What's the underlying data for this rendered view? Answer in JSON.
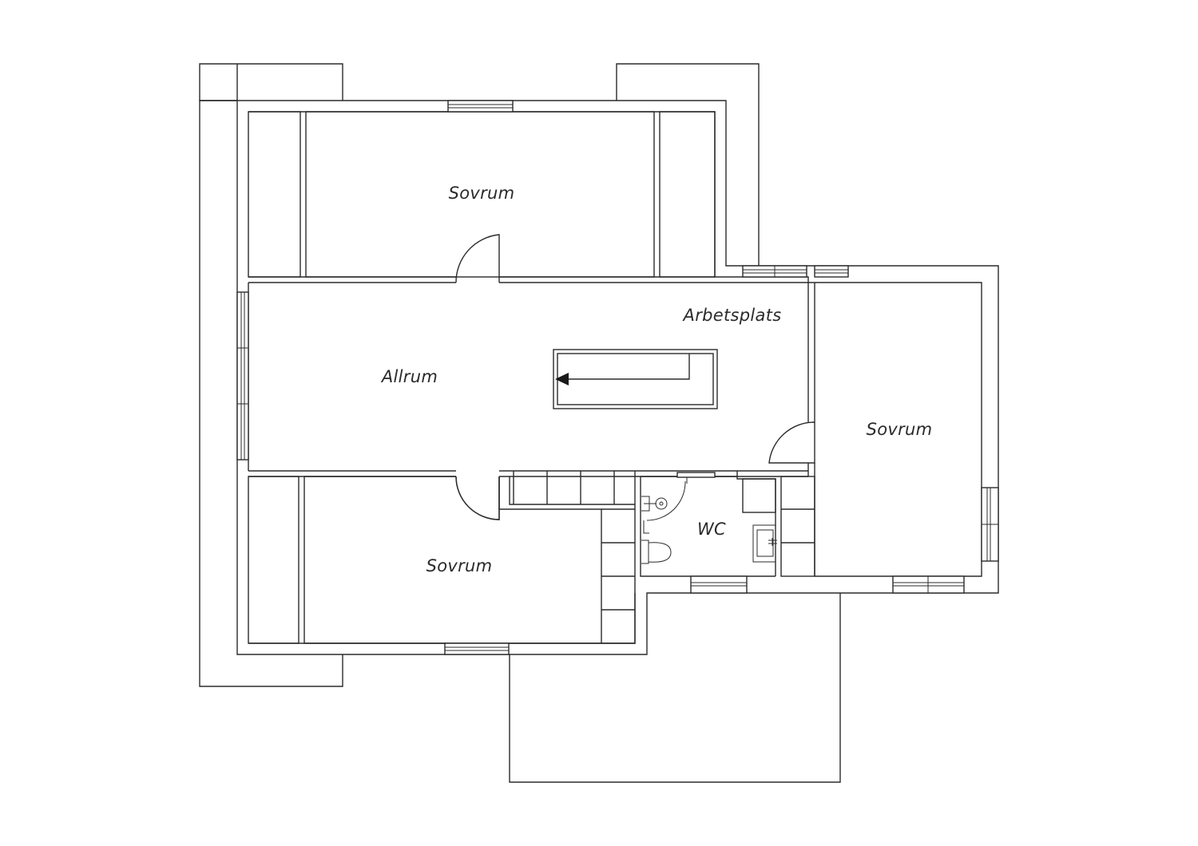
{
  "rooms": {
    "bedroom_top": "Sovrum",
    "living": "Allrum",
    "workspace": "Arbetsplats",
    "bedroom_right": "Sovrum",
    "bedroom_bottom": "Sovrum",
    "wc": "WC"
  },
  "icons": [
    "door-swing-icon",
    "window-icon",
    "stair-arrow-icon",
    "toilet-icon",
    "sink-icon",
    "shower-icon"
  ]
}
